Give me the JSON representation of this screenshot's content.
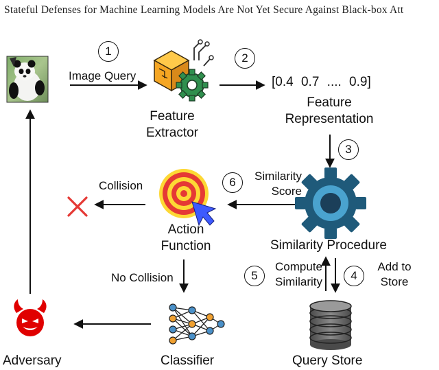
{
  "header": {
    "title": "Stateful Defenses for Machine Learning Models Are Not Yet Secure Against Black-box Att"
  },
  "nodes": {
    "feature_extractor": "Feature\nExtractor",
    "feature_representation": "Feature\nRepresentation",
    "feature_vector": "[0.4   0.7   ....   0.9]",
    "similarity_procedure": "Similarity Procedure",
    "action_function": "Action\nFunction",
    "query_store": "Query Store",
    "classifier": "Classifier",
    "adversary": "Adversary"
  },
  "edges": {
    "image_query": "Image Query",
    "similarity_score": "Similarity\nScore",
    "collision": "Collision",
    "no_collision": "No Collision",
    "compute_similarity": "Compute\nSimilarity",
    "add_to_store": "Add to\nStore"
  },
  "steps": [
    "1",
    "2",
    "3",
    "4",
    "5",
    "6"
  ],
  "icons": {
    "panda": "panda-image-icon",
    "extractor": "feature-extractor-icon",
    "gear": "similarity-gear-icon",
    "target": "target-icon",
    "cross": "collision-cross-icon",
    "database": "database-icon",
    "network": "neural-network-icon",
    "devil": "adversary-devil-icon"
  },
  "colors": {
    "extractor_orange": "#f5a623",
    "gear_dark": "#1f5a7a",
    "gear_light": "#4aa3cf",
    "target_red": "#e53935",
    "target_yellow": "#fdd835",
    "cursor_blue": "#3d5afe",
    "cross_red": "#e53935",
    "devil_red": "#e00000",
    "db_gray": "#6b6b6b",
    "node_blue": "#4a90c8",
    "node_orange": "#f0a030"
  }
}
